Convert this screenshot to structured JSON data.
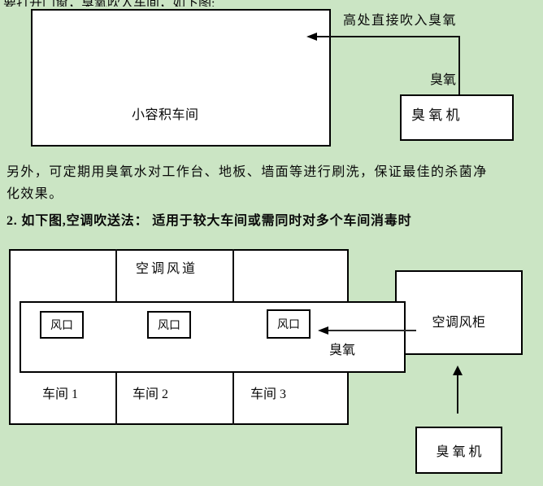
{
  "page": {
    "background_color": "#cbe5c4",
    "top_partial_line": "要打开门窗，臭氧吹入车间，如下图:"
  },
  "diagram1": {
    "workshop_label": "小容积车间",
    "caption": "高处直接吹入臭氧",
    "ozone_label": "臭氧",
    "machine_label": "臭 氧 机"
  },
  "paragraph": {
    "line1": "另外，可定期用臭氧水对工作台、地板、墙面等进行刷洗，保证最佳的杀菌净",
    "line2": "化效果。"
  },
  "heading2": "2. 如下图,空调吹送法： 适用于较大车间或需同时对多个车间消毒时",
  "diagram2": {
    "duct_label": "空调风道",
    "vent_labels": [
      "风口",
      "风口",
      "风口"
    ],
    "workshop_labels": [
      "车间 1",
      "车间 2",
      "车间 3"
    ],
    "ozone_label": "臭氧",
    "cabinet_label": "空调风柜",
    "machine_label": "臭 氧 机"
  }
}
